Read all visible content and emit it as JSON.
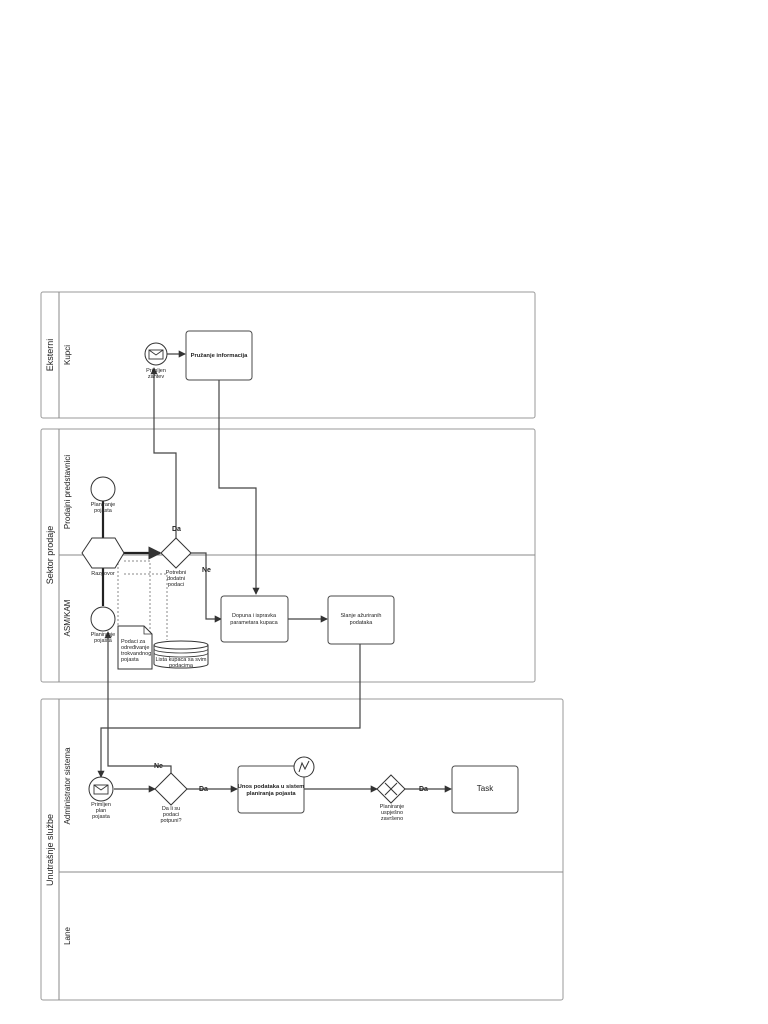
{
  "pools": {
    "eksterni": {
      "name": "Eksterni",
      "lane": "Kupci"
    },
    "sektor": {
      "name": "Sektor prodaje",
      "lane_top": "Prodajni predstavnici",
      "lane_bottom": "ASM/KAM"
    },
    "unutrasnje": {
      "name": "Unutrašnje službe",
      "lane_top": "Administrator sistema",
      "lane_bottom": "Lane"
    }
  },
  "nodes": {
    "primljen_zahtev": {
      "line1": "Primljen",
      "line2": "zahtev"
    },
    "pruzanje_informacija": {
      "text": "Pružanje informacija"
    },
    "planiranje_pojasta_1": {
      "line1": "Planiranje",
      "line2": "pojasta"
    },
    "razgovor": {
      "text": "Razgovor"
    },
    "potrebni_dodatni": {
      "line1": "Potrebni",
      "line2": "dodatni",
      "line3": "podaci"
    },
    "planiranje_pojasta_2": {
      "line1": "Planiranje",
      "line2": "pojasta"
    },
    "dopuna_ispravka": {
      "line1": "Dopuna i ispravka",
      "line2": "parametara kupaca"
    },
    "slanje_azuriranih": {
      "line1": "Slanje ažuriranih",
      "line2": "podataka"
    },
    "podaci_doc": {
      "line1": "Podaci za",
      "line2": "određivanje",
      "line3": "trokvandnog",
      "line4": "pojasta"
    },
    "lista_kupaca": {
      "line1": "Lista kupaca sa svim",
      "line2": "podacima"
    },
    "primljen_plan": {
      "line1": "Primljen",
      "line2": "plan",
      "line3": "pojasta"
    },
    "da_li_su": {
      "line1": "Da li su",
      "line2": "podaci",
      "line3": "potpuni?"
    },
    "unos_podataka": {
      "line1": "Unos podataka u sistem",
      "line2": "planiranja pojasta"
    },
    "planiranje_uspesno": {
      "line1": "Planiranje",
      "line2": "uspješno",
      "line3": "završeno"
    },
    "task": {
      "text": "Task"
    }
  },
  "flow_labels": {
    "da_top": "Da",
    "ne_mid": "Ne",
    "ne_bottom": "Ne",
    "da_bottom_1": "Da",
    "da_bottom_2": "Da"
  }
}
